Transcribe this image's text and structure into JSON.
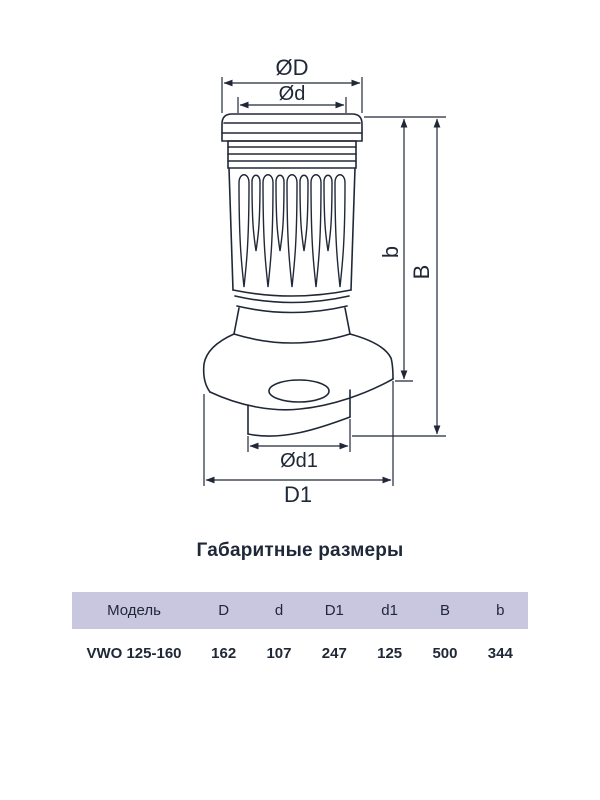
{
  "title": "Габаритные размеры",
  "drawing": {
    "labels": {
      "cap_outer_diameter": "ØD",
      "cap_inner_diameter": "Ød",
      "pipe_diameter": "Ød1",
      "skirt_diameter": "D1",
      "height_to_skirt": "b",
      "total_height": "B"
    }
  },
  "table": {
    "headers": [
      "Модель",
      "D",
      "d",
      "D1",
      "d1",
      "B",
      "b"
    ],
    "rows": [
      {
        "model": "VWO 125-160",
        "D": "162",
        "d": "107",
        "D1": "247",
        "d1": "125",
        "B": "500",
        "b": "344"
      }
    ]
  },
  "colors": {
    "line": "#202838",
    "text": "#202838",
    "table_header_bg": "#c9c7e0",
    "background": "#ffffff"
  }
}
